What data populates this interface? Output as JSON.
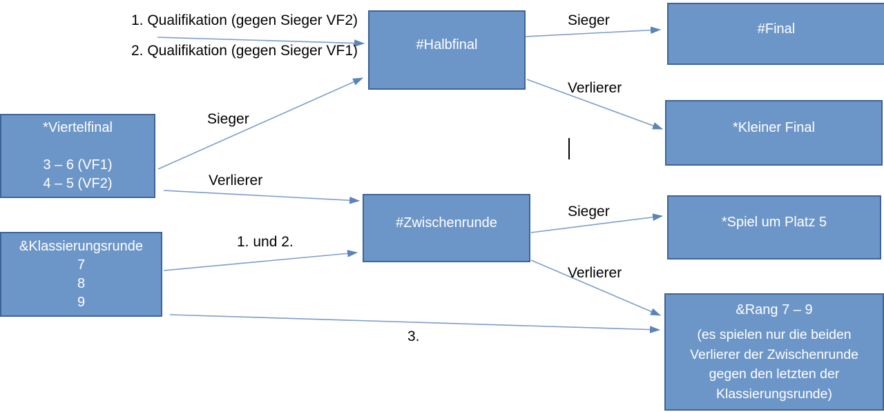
{
  "diagram": {
    "boxes": {
      "halbfinal": {
        "title": "#Halbfinal"
      },
      "final": {
        "title": "#Final"
      },
      "viertelfinal": {
        "title": "*Viertelfinal",
        "lines": [
          "3 – 6 (VF1)",
          "4 – 5 (VF2)"
        ]
      },
      "kleiner_final": {
        "title": "*Kleiner Final"
      },
      "zwischenrunde": {
        "title": "#Zwischenrunde"
      },
      "klassierungsrunde": {
        "title": "&Klassierungsrunde",
        "lines": [
          "7",
          "8",
          "9"
        ]
      },
      "spiel_um_platz_5": {
        "title": "*Spiel um Platz 5"
      },
      "rang_7_9": {
        "title": "&Rang 7 – 9",
        "note_lines": [
          "(es spielen nur die beiden",
          "Verlierer der Zwischenrunde",
          "gegen den letzten der",
          "Klassierungsrunde)"
        ]
      }
    },
    "labels": {
      "qualifikation_1": "1. Qualifikation (gegen Sieger VF2)",
      "qualifikation_2": "2. Qualifikation (gegen Sieger VF1)",
      "sieger_halbfinal_final": "Sieger",
      "verlierer_halbfinal_kleiner_final": "Verlierer",
      "sieger_viertelfinal_halbfinal": "Sieger",
      "verlierer_viertelfinal_zwischenrunde": "Verlierer",
      "klassierungsrunde_1_und_2": "1. und 2.",
      "sieger_zwischenrunde_platz5": "Sieger",
      "verlierer_zwischenrunde_rang": "Verlierer",
      "klassierungsrunde_3": "3."
    },
    "colors": {
      "box_fill": "#6D96C8",
      "box_border": "#3D6398",
      "connector_line": "#7C9CC9",
      "arrowhead": "#5B84B8",
      "box_text": "#FFFFFF",
      "label_text": "#000000"
    }
  }
}
